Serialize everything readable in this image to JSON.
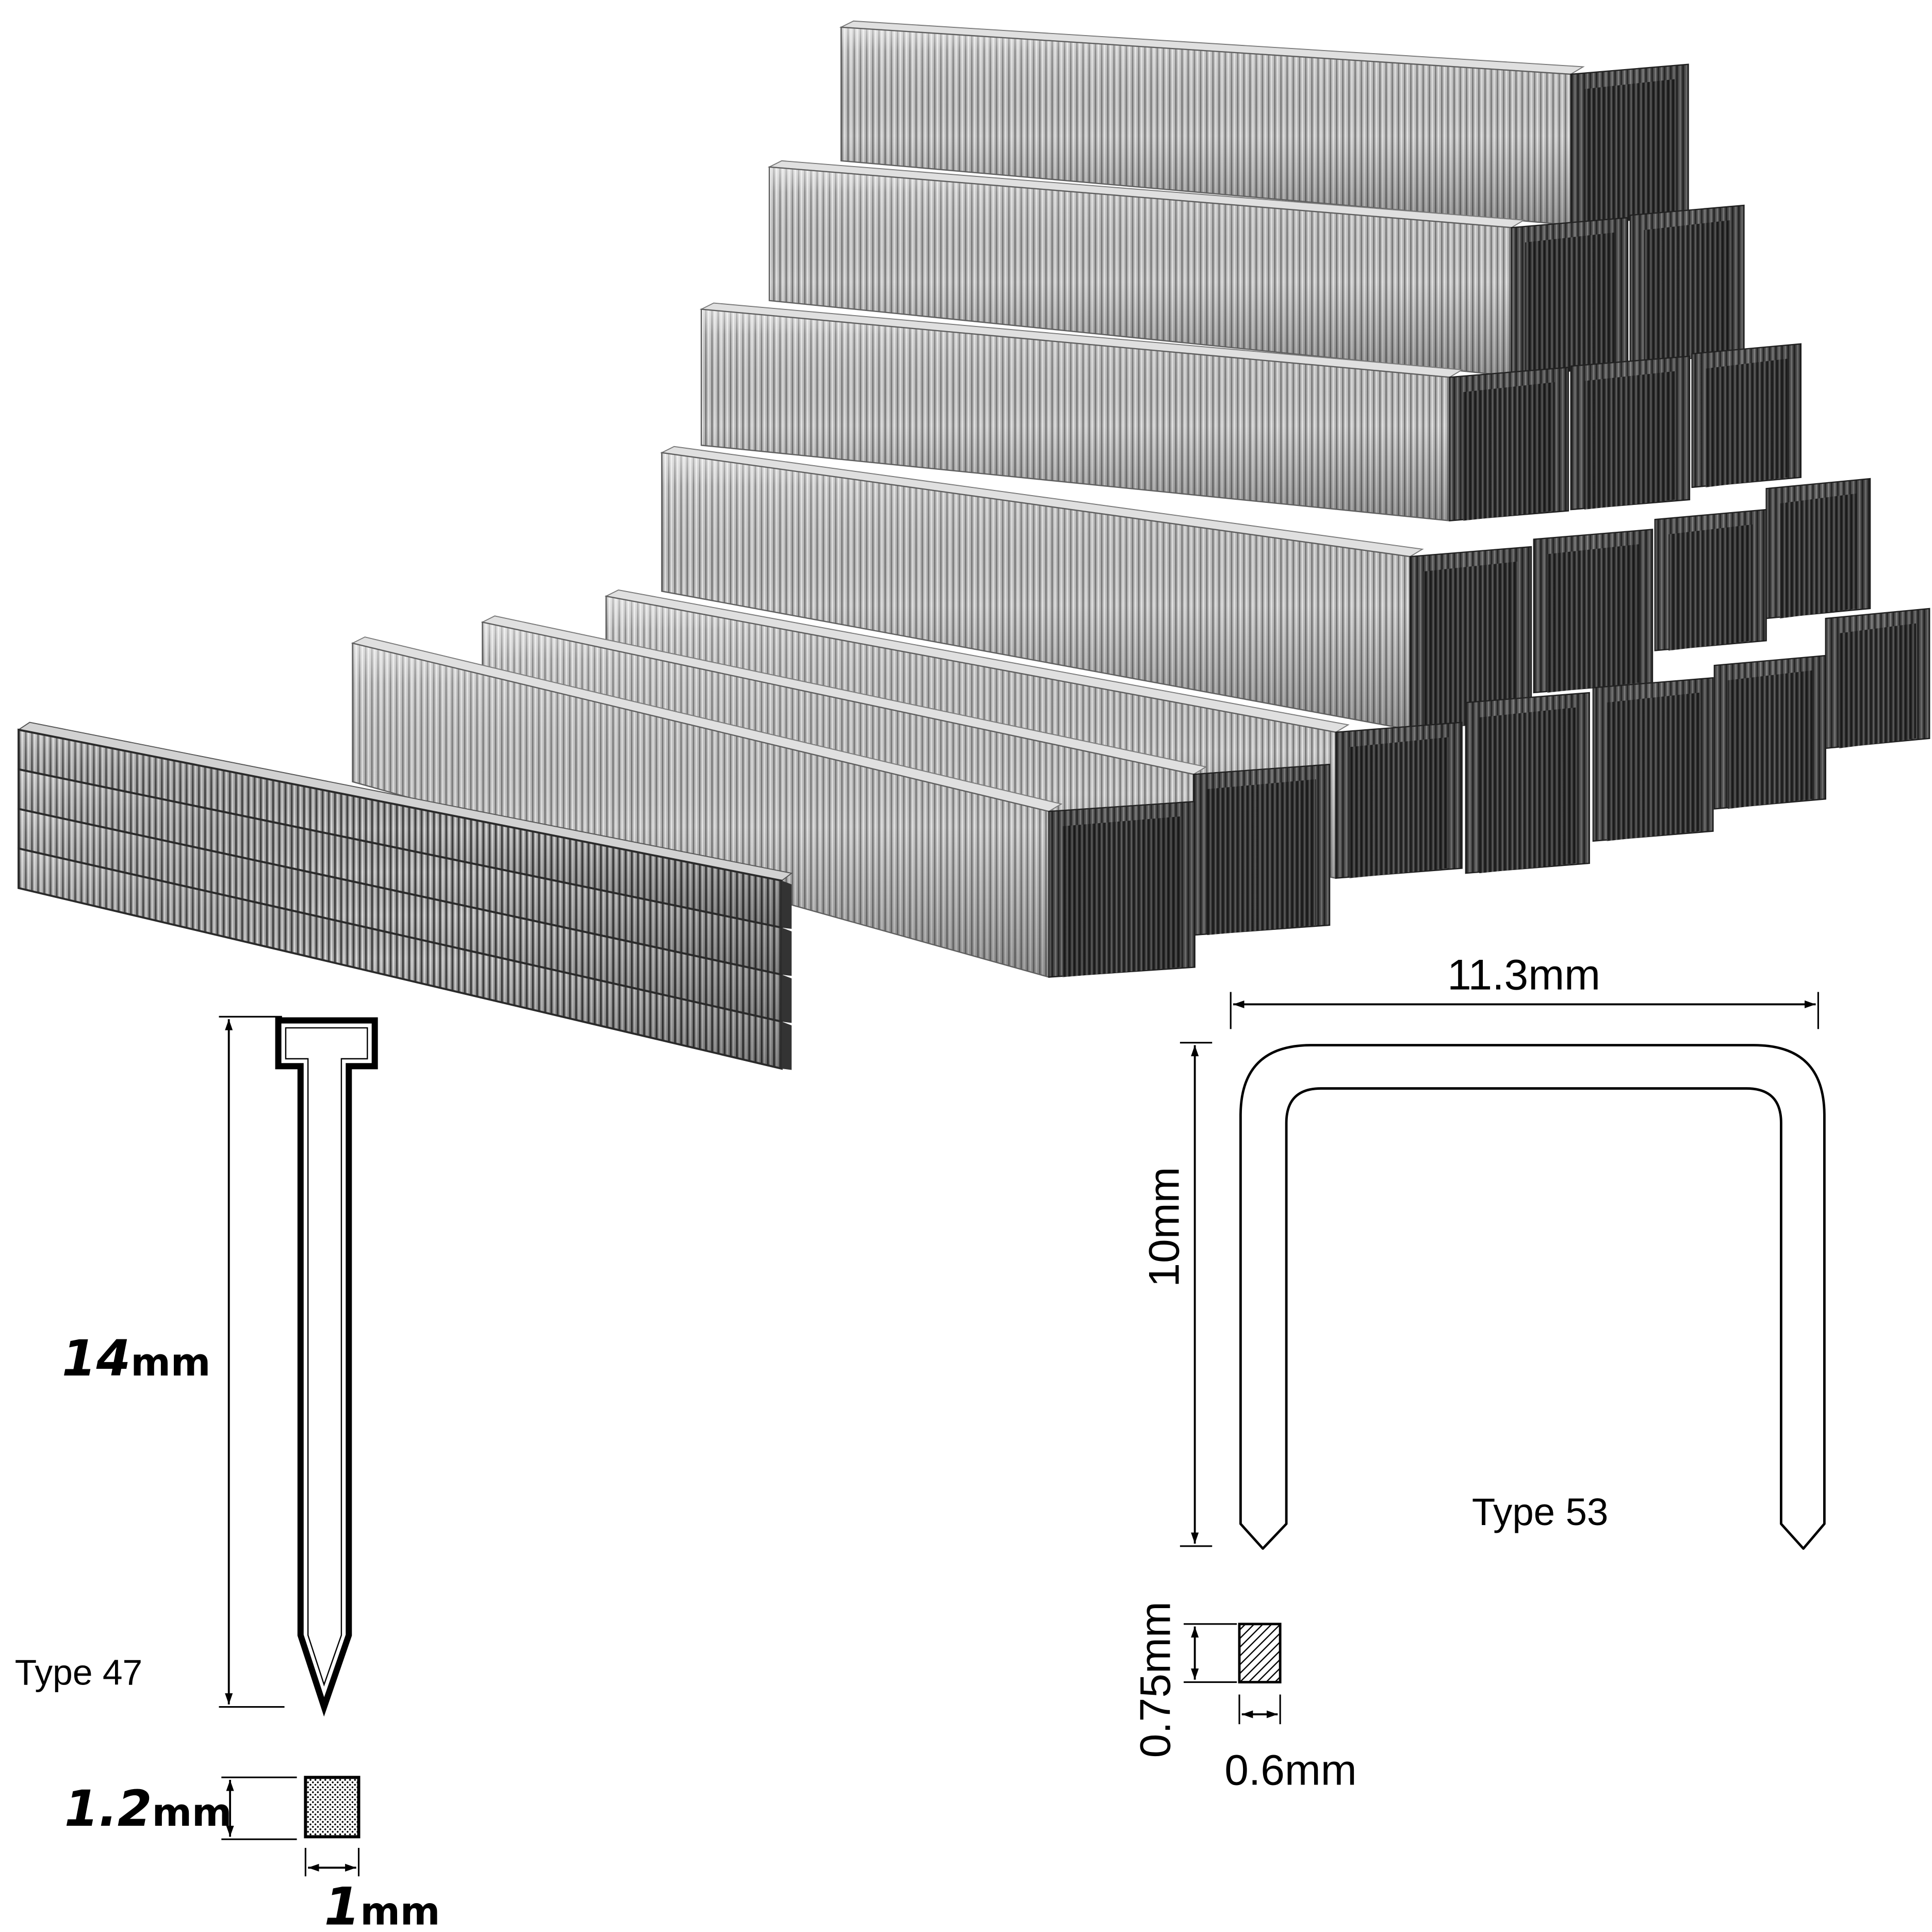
{
  "type53_staple": {
    "crown_width_label": "11.3mm",
    "leg_length_label": "10mm",
    "type_label": "Type 53",
    "wire_thickness_label": "0.75mm",
    "wire_width_label": "0.6mm"
  },
  "type47_brad": {
    "length": {
      "value": "14",
      "unit": "mm"
    },
    "type_label": "Type 47",
    "thickness": {
      "value": "1.2",
      "unit": "mm"
    },
    "width": {
      "value": "1",
      "unit": "mm"
    }
  },
  "colors": {
    "background": "#ffffff",
    "ink": "#000000",
    "steel_light": "#c0c0c0",
    "steel_dark": "#5c5c5c"
  }
}
